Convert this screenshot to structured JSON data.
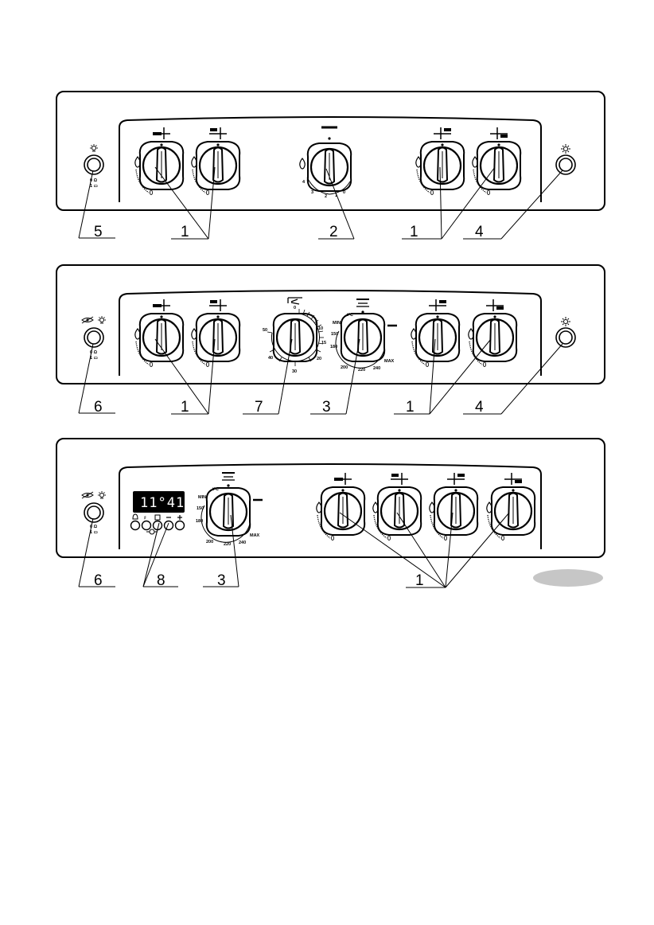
{
  "figures": [
    {
      "callouts": [
        "5",
        "1",
        "2",
        "1",
        "4"
      ]
    },
    {
      "callouts": [
        "6",
        "1",
        "7",
        "3",
        "1",
        "4"
      ]
    },
    {
      "callouts": [
        "6",
        "8",
        "3",
        "1"
      ]
    }
  ],
  "timer_dial_labels": [
    "0",
    "10",
    "15",
    "20",
    "30",
    "40",
    "50"
  ],
  "thermostat_labels": [
    "MIN",
    "150",
    "180",
    "200",
    "220",
    "240",
    "MAX"
  ],
  "thermostat_unit": "t°C",
  "grill_dial_labels": [
    "4",
    "3",
    "2",
    "1",
    "0"
  ],
  "clock_display": "11°41"
}
